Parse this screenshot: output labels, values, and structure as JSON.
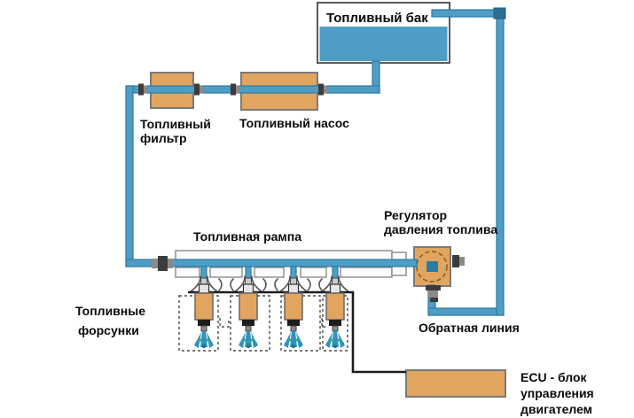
{
  "diagram": {
    "kind": "fuel-injection-system-schematic",
    "components": {
      "fuel_tank": {
        "label": "Топливный бак"
      },
      "fuel_filter": {
        "lines": [
          "Топливный",
          "фильтр"
        ]
      },
      "fuel_pump": {
        "label": "Топливный насос"
      },
      "fuel_rail": {
        "label": "Топливная рампа"
      },
      "pressure_regulator": {
        "lines": [
          "Регулятор",
          "давления топлива"
        ]
      },
      "fuel_injectors": {
        "lines": [
          "Топливные",
          "форсунки"
        ],
        "count": 4
      },
      "return_line": {
        "label": "Обратная линия"
      },
      "ecu": {
        "lines": [
          "ECU - блок",
          "управления",
          "двигателем"
        ]
      }
    },
    "colors": {
      "background": "#ffffff",
      "component_fill": "#e2a55f",
      "component_stroke": "#7a7a7a",
      "pipe_fill": "#4f9dc5",
      "pipe_stroke": "#2b7ca4",
      "pipe_joint": "#2e6f96",
      "fuel_fill": "#4f9dc5",
      "tank_stroke": "#5a5a5a",
      "fitting_dark": "#3c3c3c",
      "fitting_light": "#8a8a8a",
      "dashed": "#4a4a4a",
      "spray_blue": "#2f93bd",
      "spray_green": "#3fae74",
      "regulator_dash": "#7a5c2e",
      "wire": "#1c1c1c",
      "text": "#0a0a0a"
    }
  }
}
